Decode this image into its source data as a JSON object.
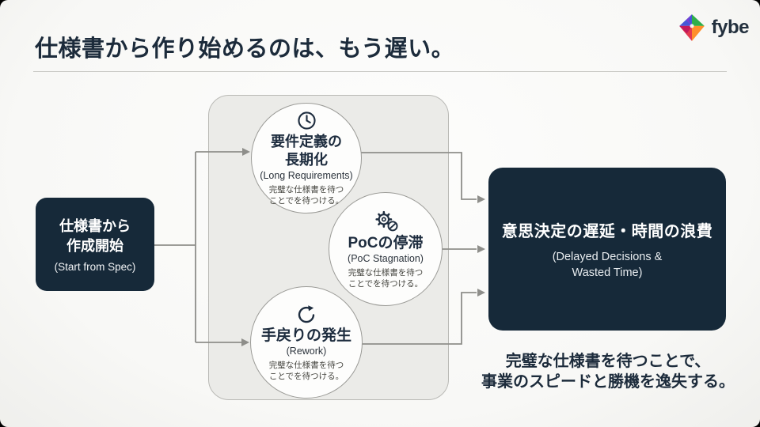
{
  "header": {
    "title": "仕様書から作り始めるのは、もう遅い。",
    "logo_text": "fybe"
  },
  "source": {
    "line1": "仕様書から",
    "line2": "作成開始",
    "subtitle": "(Start from Spec)"
  },
  "problems": [
    {
      "icon": "clock-icon",
      "title_line1": "要件定義の",
      "title_line2": "長期化",
      "subtitle": "(Long Requirements)",
      "note_line1": "完璧な仕様書を待つ",
      "note_line2": "ことでを待つける。"
    },
    {
      "icon": "gear-blocked-icon",
      "title_line1": "PoCの停滞",
      "subtitle": "(PoC Stagnation)",
      "note_line1": "完璧な仕様書を待つ",
      "note_line2": "ことでを待つける。"
    },
    {
      "icon": "rework-arrow-icon",
      "title_line1": "手戻りの発生",
      "subtitle": "(Rework)",
      "note_line1": "完璧な仕様書を待つ",
      "note_line2": "ことでを待つける。"
    }
  ],
  "result": {
    "title": "意思決定の遅延・時間の浪費",
    "subtitle_line1": "(Delayed Decisions &",
    "subtitle_line2": "Wasted Time)"
  },
  "conclusion": {
    "line1": "完璧な仕様書を待つことで、",
    "line2": "事業のスピードと勝機を逸失する。"
  },
  "colors": {
    "dark_box": "#162939",
    "panel_fill": "#ebebe8",
    "panel_border": "#b9b9b5",
    "connector": "#8e8e8a",
    "title_text": "#1c2b3b"
  }
}
